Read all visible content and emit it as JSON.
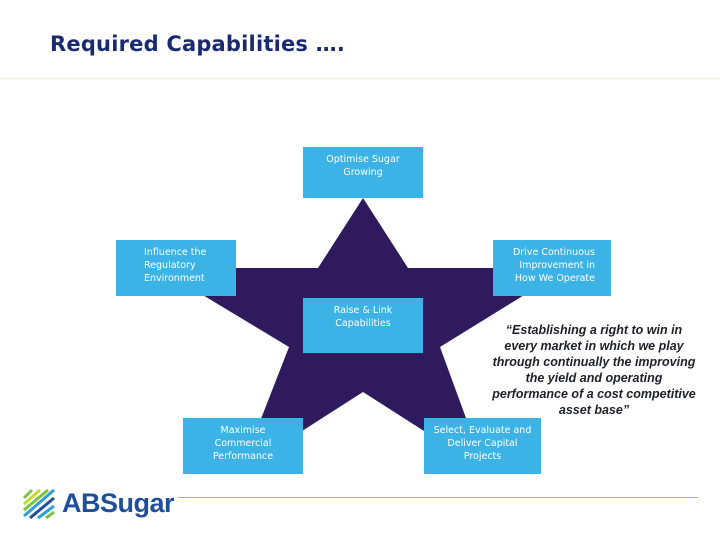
{
  "page": {
    "title": "Required Capabilities …."
  },
  "diagram": {
    "center": [
      "Raise & Link",
      "Capabilities"
    ],
    "nodes": {
      "top": [
        "Optimise Sugar",
        "Growing"
      ],
      "left": [
        "Influence the",
        "Regulatory",
        "Environment"
      ],
      "right": [
        "Drive Continuous",
        "Improvement in",
        "How We Operate"
      ],
      "bottom_left": [
        "Maximise",
        "Commercial",
        "Performance"
      ],
      "bottom_right": [
        "Select, Evaluate and",
        "Deliver Capital",
        "Projects"
      ]
    }
  },
  "quote": {
    "lines": [
      "“Establishing a right to win in",
      "every market in which we play",
      "through continually the improving",
      "the yield and operating",
      "performance of a cost competitive",
      "asset base”"
    ]
  },
  "logo": {
    "text": "ABSugar"
  },
  "colors": {
    "title": "#1a2a6e",
    "star": "#2e1a5c",
    "box": "#3cb3e6",
    "rule": "#a8c64a",
    "logo": "#1f4e9a"
  }
}
